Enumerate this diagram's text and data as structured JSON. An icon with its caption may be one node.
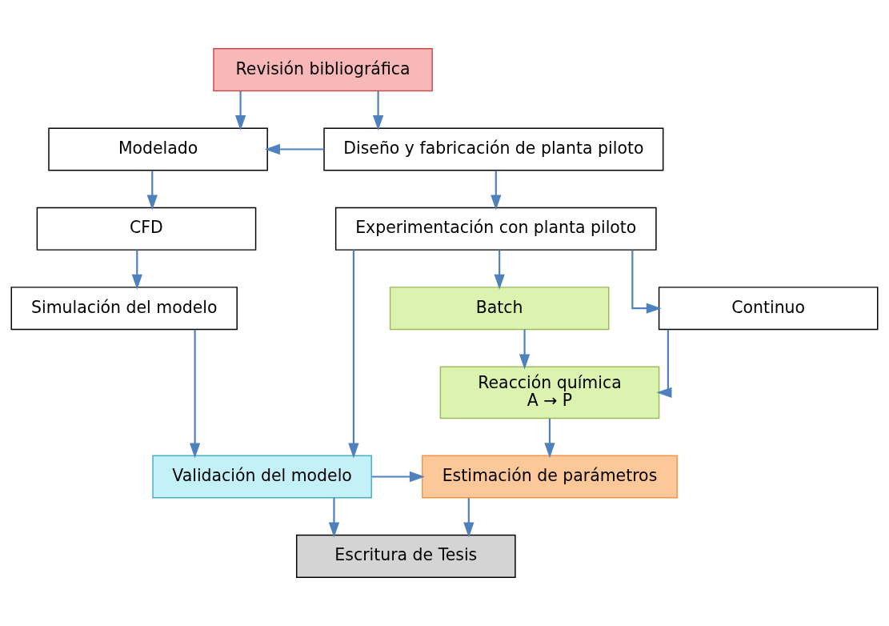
{
  "diagram": {
    "nodes": [
      {
        "text": [
          "Revisión bibliográfica"
        ]
      },
      {
        "text": [
          "Modelado"
        ]
      },
      {
        "text": [
          "Diseño y fabricación de planta piloto"
        ]
      },
      {
        "text": [
          "CFD"
        ]
      },
      {
        "text": [
          "Experimentación con planta piloto"
        ]
      },
      {
        "text": [
          "Continuo"
        ]
      },
      {
        "text": [
          "Simulación del modelo"
        ]
      },
      {
        "text": [
          "Batch"
        ]
      },
      {
        "text": [
          "Reacción química",
          "A → P"
        ]
      },
      {
        "text": [
          "Validación del modelo"
        ]
      },
      {
        "text": [
          "Estimación de parámetros"
        ]
      },
      {
        "text": [
          "Escritura de Tesis"
        ]
      }
    ],
    "edges": [
      {
        "from": 0,
        "to": 1,
        "arrow": "to"
      },
      {
        "from": 0,
        "to": 2,
        "arrow": "to"
      },
      {
        "from": 2,
        "to": 1,
        "arrow": "to"
      },
      {
        "from": 1,
        "to": 3,
        "arrow": "to"
      },
      {
        "from": 3,
        "to": 6,
        "arrow": "to"
      },
      {
        "from": 2,
        "to": 4,
        "arrow": "to"
      },
      {
        "from": 4,
        "to": 5,
        "arrow": "to"
      },
      {
        "from": 4,
        "to": 7,
        "arrow": "to"
      },
      {
        "from": 5,
        "to": 8,
        "arrow": "to"
      },
      {
        "from": 7,
        "to": 8,
        "arrow": "to"
      },
      {
        "from": 6,
        "to": 9,
        "arrow": "to"
      },
      {
        "from": 4,
        "to": 9,
        "arrow": "to"
      },
      {
        "from": 8,
        "to": 10,
        "arrow": "to"
      },
      {
        "from": 9,
        "to": 10,
        "arrow": "to"
      },
      {
        "from": 9,
        "to": 11,
        "arrow": "to"
      },
      {
        "from": 10,
        "to": 11,
        "arrow": "to"
      }
    ]
  }
}
